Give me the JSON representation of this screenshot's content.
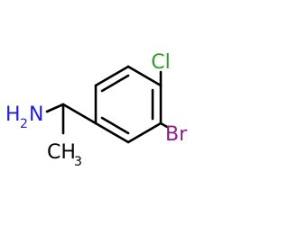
{
  "molecule": {
    "atoms": {
      "chlorine": "Cl",
      "bromine": "Br",
      "amine": "H",
      "amine_subscript": "2",
      "amine_nitrogen": "N",
      "methyl_carbon": "CH",
      "methyl_subscript": "3"
    },
    "colors": {
      "bond": "#000000",
      "carbon_hydrogen": "#000000",
      "chlorine": "#2e9b2e",
      "bromine": "#8b1f84",
      "nitrogen": "#1f1fd6"
    }
  }
}
